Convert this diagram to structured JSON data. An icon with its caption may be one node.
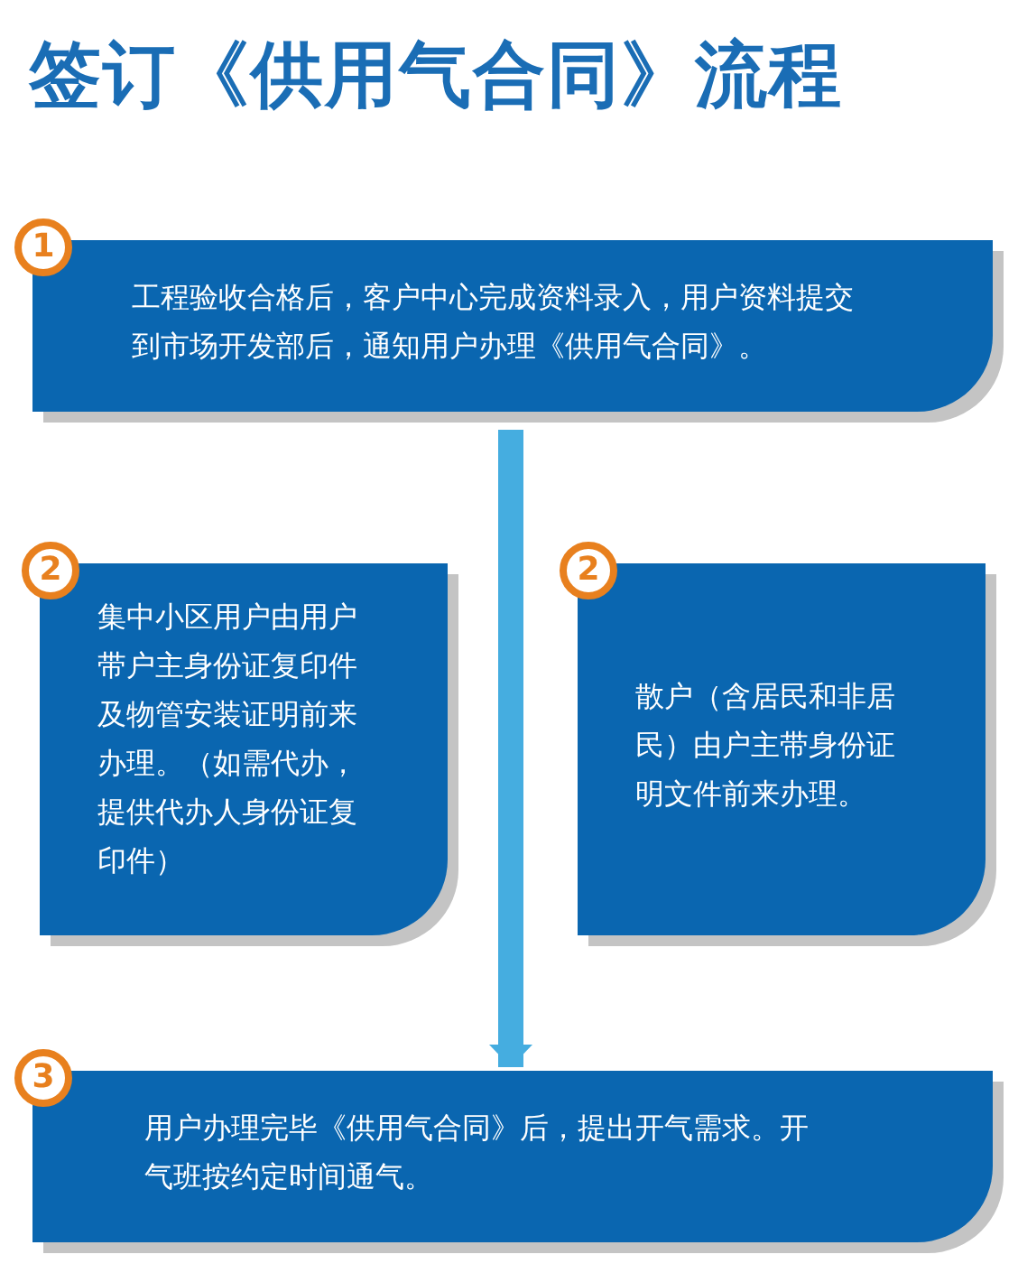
{
  "diagram": {
    "title": "签订《供用气合同》流程",
    "nodes": [
      {
        "text": [
          "1",
          "工程验收合格后，客户中心完成资料录入，用户资料提交到市场开发部后，通知用户办理《供用气合同》。"
        ]
      },
      {
        "text": [
          "2",
          "集中小区用户由用户带户主身份证复印件及物管安装证明前来办理。（如需代办，提供代办人身份证复印件）"
        ]
      },
      {
        "text": [
          "2",
          "散户（含居民和非居民）由户主带身份证明文件前来办理。"
        ]
      },
      {
        "text": [
          "3",
          "用户办理完毕《供用气合同》后，提出开气需求。开气班按约定时间通气。"
        ]
      }
    ],
    "edges": [
      {
        "from": 0,
        "to": 3,
        "arrow": "to"
      }
    ]
  }
}
